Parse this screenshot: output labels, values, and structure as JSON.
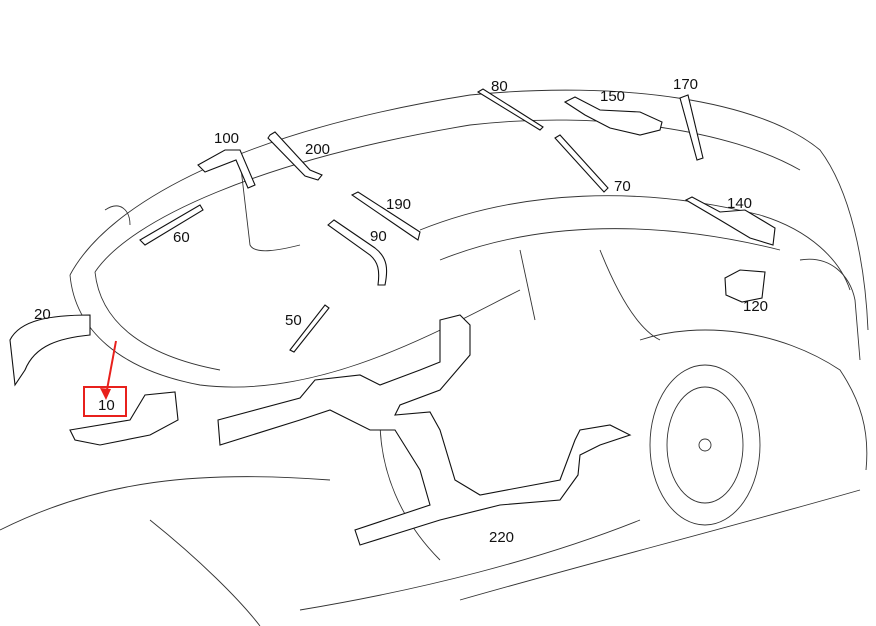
{
  "diagram": {
    "subject": "Vehicle interior air ducts and trim parts (rear view)",
    "highlight_color": "#e8201c",
    "highlighted_part": "10",
    "parts": [
      {
        "id": "p10",
        "label": "10",
        "highlighted": true
      },
      {
        "id": "p20",
        "label": "20"
      },
      {
        "id": "p50",
        "label": "50"
      },
      {
        "id": "p60",
        "label": "60"
      },
      {
        "id": "p70",
        "label": "70"
      },
      {
        "id": "p80",
        "label": "80"
      },
      {
        "id": "p90",
        "label": "90"
      },
      {
        "id": "p100",
        "label": "100"
      },
      {
        "id": "p120",
        "label": "120"
      },
      {
        "id": "p140",
        "label": "140"
      },
      {
        "id": "p150",
        "label": "150"
      },
      {
        "id": "p170",
        "label": "170"
      },
      {
        "id": "p190",
        "label": "190"
      },
      {
        "id": "p200",
        "label": "200"
      },
      {
        "id": "p220",
        "label": "220"
      }
    ]
  }
}
